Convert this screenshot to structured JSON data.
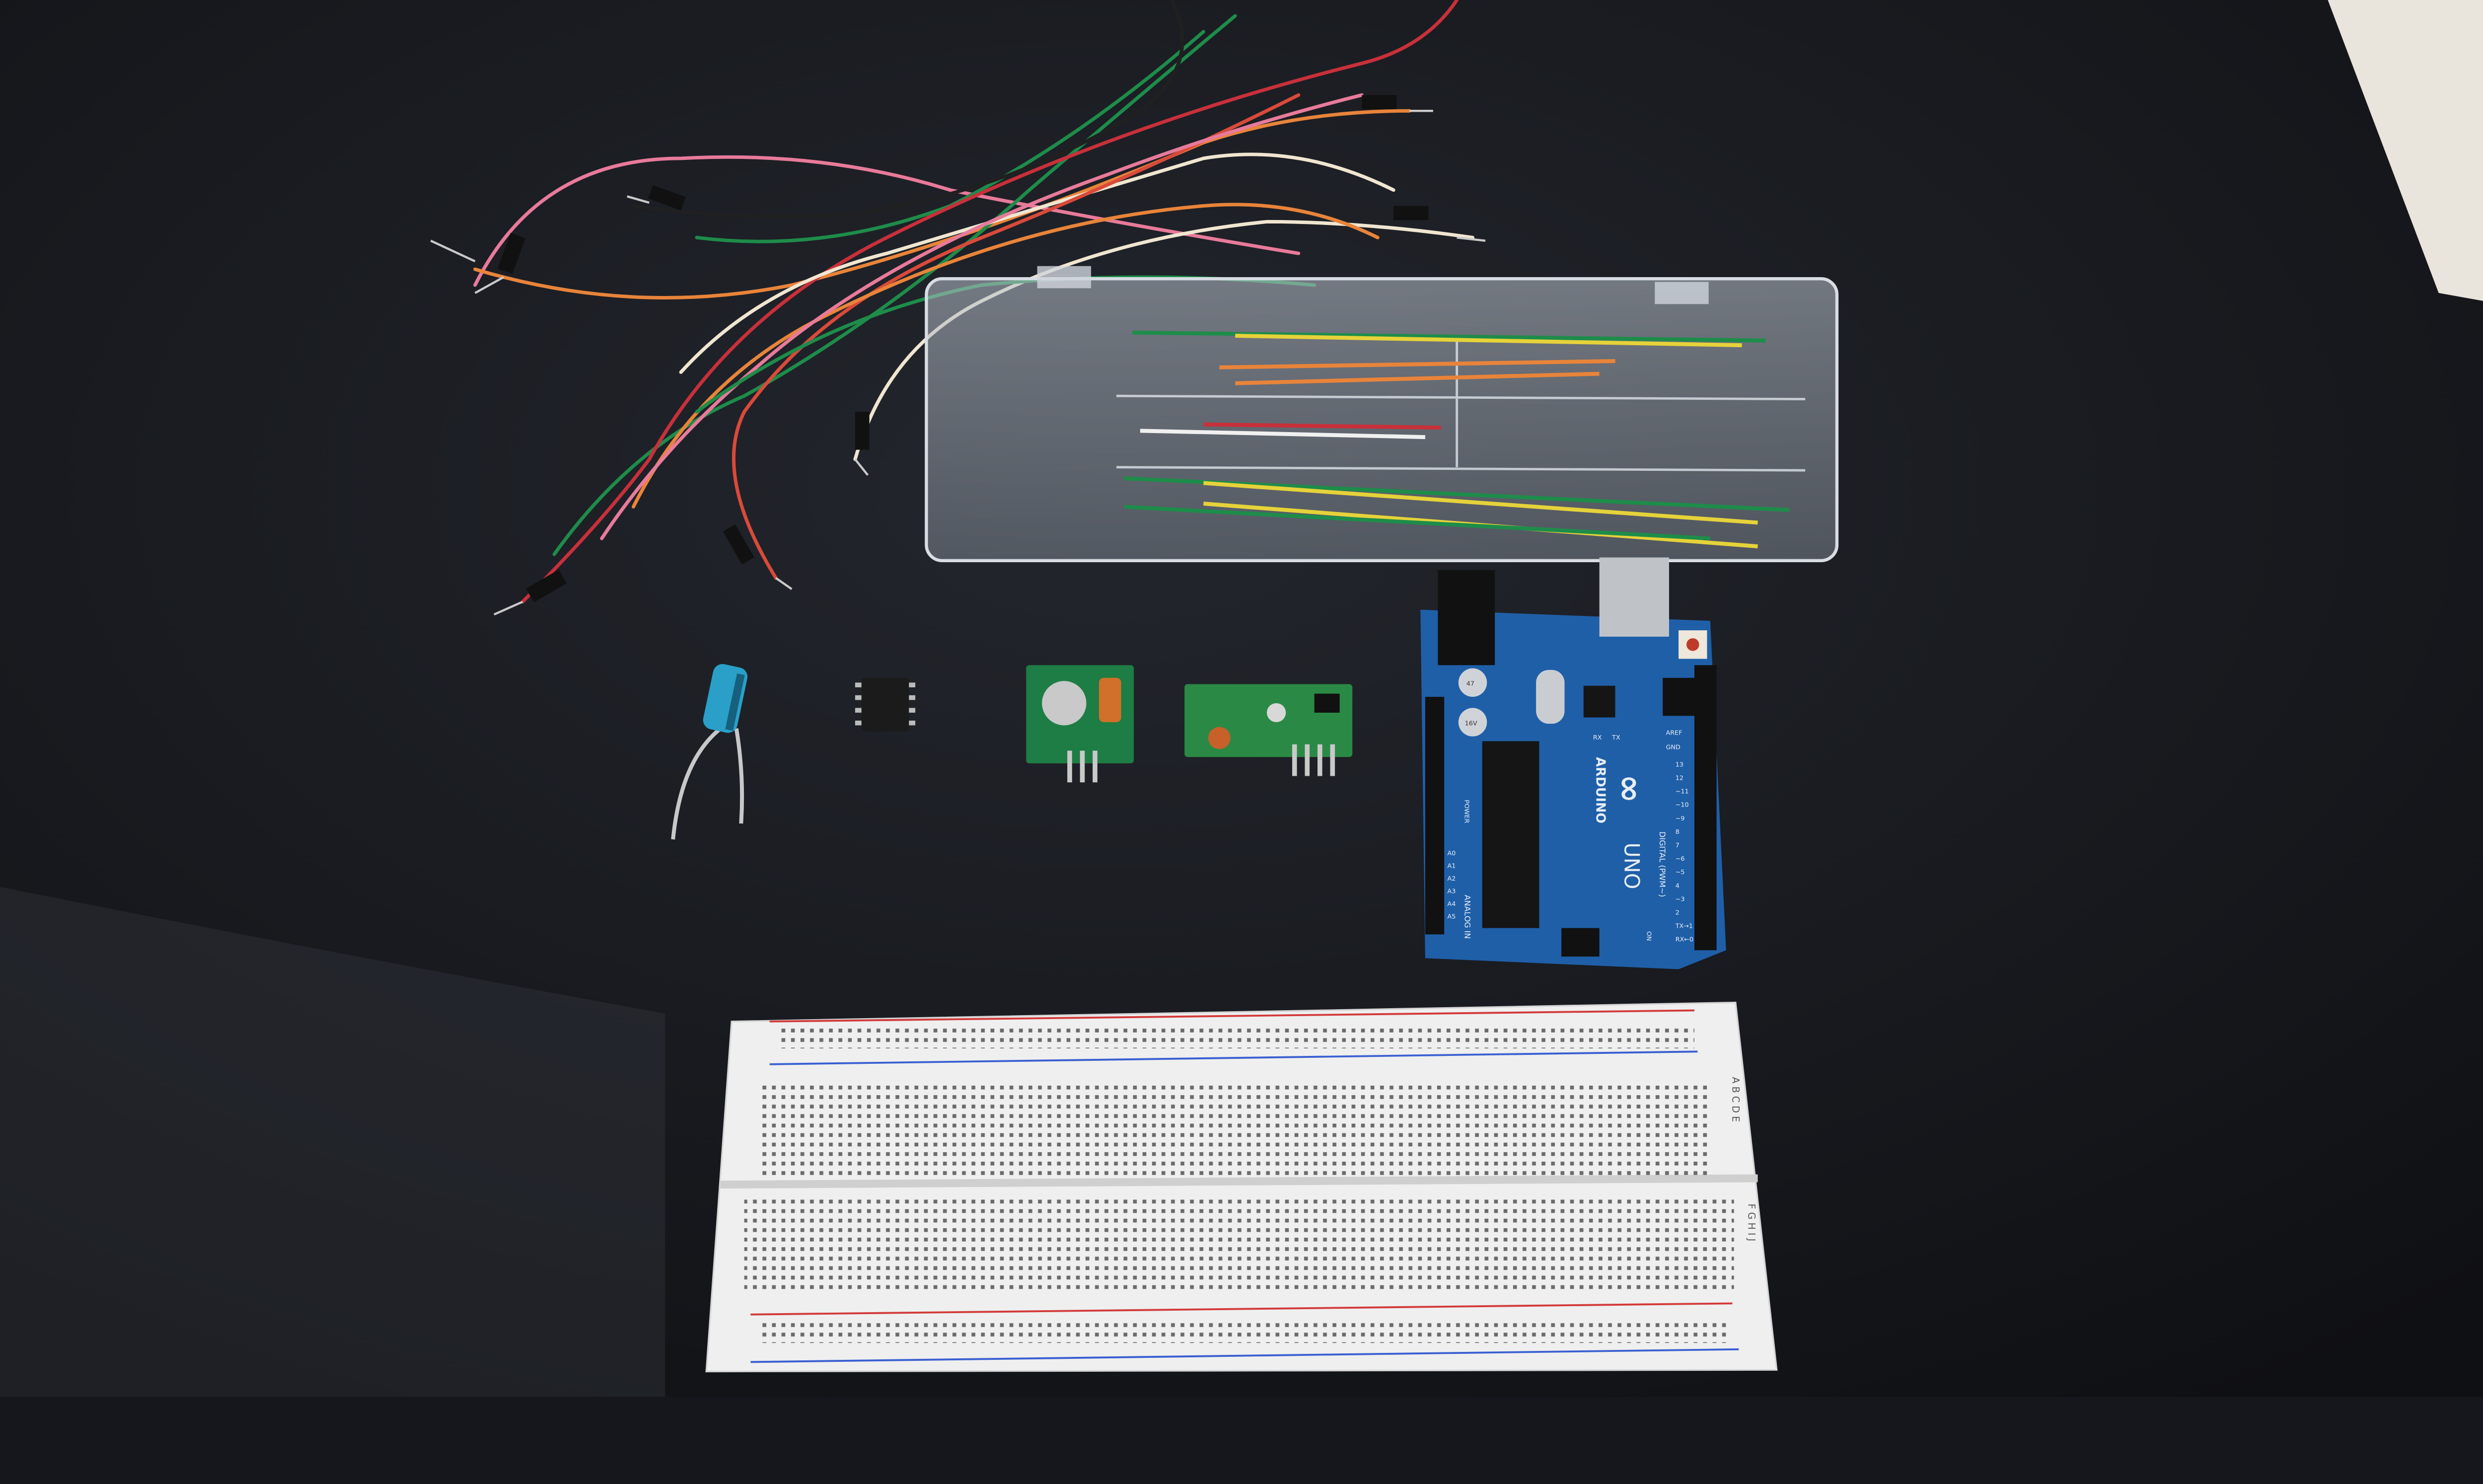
{
  "scene": {
    "surface_color": "#17191f",
    "objects": [
      "jumper-wires",
      "wire-kit-box",
      "capacitor",
      "dip8-ic",
      "rf-transmitter",
      "rf-receiver",
      "arduino-uno",
      "breadboard"
    ]
  },
  "arduino": {
    "brand": "ARDUINO",
    "model": "UNO",
    "digital_label": "DIGITAL (PWM~)",
    "analog_label": "ANALOG IN",
    "power_label": "POWER",
    "aref": "AREF",
    "gnd": "GND",
    "rx": "RX",
    "tx": "TX",
    "on": "ON",
    "digital_pins": [
      "13",
      "12",
      "~11",
      "~10",
      "~9",
      "8",
      "7",
      "~6",
      "~5",
      "4",
      "~3",
      "2",
      "TX→1",
      "RX←0"
    ],
    "analog_pins": [
      "A0",
      "A1",
      "A2",
      "A3",
      "A4",
      "A5"
    ],
    "cap_value": "47",
    "cap_voltage": "16V",
    "board_color": "#1f5fa8",
    "logo_symbol": "∞"
  },
  "breadboard": {
    "rows_top": "A B C D E",
    "rows_bottom": "F G H I J",
    "rail_plus_color": "#d23a3a",
    "rail_minus_color": "#3a5fd2"
  },
  "wire_colors": [
    "#e87a9a",
    "#c8303a",
    "#1e8c4a",
    "#f0e6d0",
    "#e8843a",
    "#ffffff",
    "#202020",
    "#d94a3a"
  ]
}
